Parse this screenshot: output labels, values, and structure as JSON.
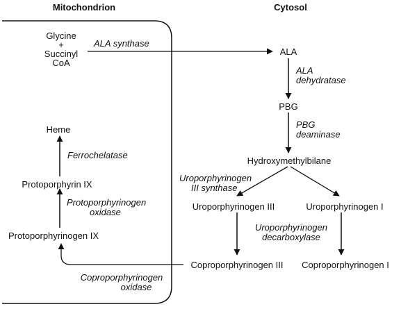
{
  "headings": {
    "mitochondrion": "Mitochondrion",
    "cytosol": "Cytosol"
  },
  "substrates": {
    "line1": "Glycine",
    "line2": "+",
    "line3": "Succinyl",
    "line4": "CoA"
  },
  "metabolites": {
    "ala": "ALA",
    "pbg": "PBG",
    "hydroxymethylbilane": "Hydroxymethylbilane",
    "uroporphyrinogen_iii": "Uroporphyrinogen III",
    "uroporphyrinogen_i": "Uroporphyrinogen I",
    "coproporphyrinogen_iii": "Coproporphyrinogen III",
    "coproporphyrinogen_i": "Coproporphyrinogen I",
    "protoporphyrinogen_ix": "Protoporphyrinogen IX",
    "protoporphyrin_ix": "Protoporphyrin IX",
    "heme": "Heme"
  },
  "enzymes": {
    "ala_synthase": "ALA synthase",
    "ala_dehydratase_1": "ALA",
    "ala_dehydratase_2": "dehydratase",
    "pbg_deaminase_1": "PBG",
    "pbg_deaminase_2": "deaminase",
    "uro_iii_synthase_1": "Uroporphyrinogen",
    "uro_iii_synthase_2": "III synthase",
    "uro_decarboxylase_1": "Uroporphyrinogen",
    "uro_decarboxylase_2": "decarboxylase",
    "copro_oxidase_1": "Coproporphyrinogen",
    "copro_oxidase_2": "oxidase",
    "proto_oxidase_1": "Protoporphyrinogen",
    "proto_oxidase_2": "oxidase",
    "ferrochelatase": "Ferrochelatase"
  },
  "colors": {
    "line": "#111111",
    "text": "#111111",
    "background": "#ffffff"
  }
}
